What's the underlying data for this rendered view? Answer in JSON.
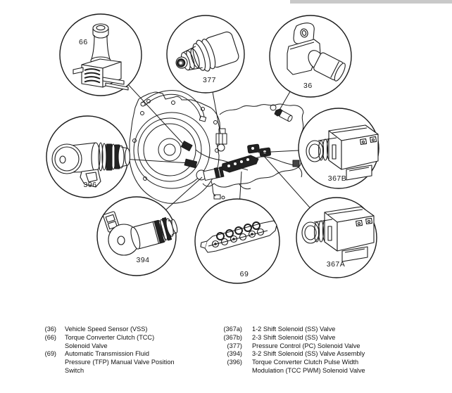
{
  "figure": {
    "type": "transmission-solenoid-location-diagram",
    "ink_color": "#1c1c1c",
    "background_color": "#ffffff",
    "top_strip_color": "#c9c9c9"
  },
  "callouts": {
    "c66": {
      "label": "66"
    },
    "c377": {
      "label": "377"
    },
    "c36": {
      "label": "36"
    },
    "c396": {
      "label": "396"
    },
    "c367B": {
      "label": "367B"
    },
    "c394": {
      "label": "394"
    },
    "c69": {
      "label": "69"
    },
    "c367A": {
      "label": "367A"
    }
  },
  "legend": {
    "left": [
      {
        "num": "(36)",
        "text": "Vehicle Speed Sensor (VSS)"
      },
      {
        "num": "(66)",
        "text": "Torque Converter Clutch (TCC)"
      },
      {
        "num": "",
        "text": "Solenoid Valve"
      },
      {
        "num": "(69)",
        "text": "Automatic Transmission Fluid"
      },
      {
        "num": "",
        "text": "Pressure (TFP) Manual Valve Position"
      },
      {
        "num": "",
        "text": "Switch"
      }
    ],
    "right": [
      {
        "num": "(367a)",
        "text": "1-2 Shift Solenoid (SS) Valve"
      },
      {
        "num": "(367b)",
        "text": "2-3 Shift Solenoid (SS) Valve"
      },
      {
        "num": "(377)",
        "text": "Pressure Control (PC) Solenoid Valve"
      },
      {
        "num": "(394)",
        "text": "3-2 Shift Solenoid (SS) Valve Assembly"
      },
      {
        "num": "(396)",
        "text": "Torque Converter Clutch Pulse Width"
      },
      {
        "num": "",
        "text": "Modulation (TCC PWM) Solenoid Valve"
      }
    ]
  }
}
